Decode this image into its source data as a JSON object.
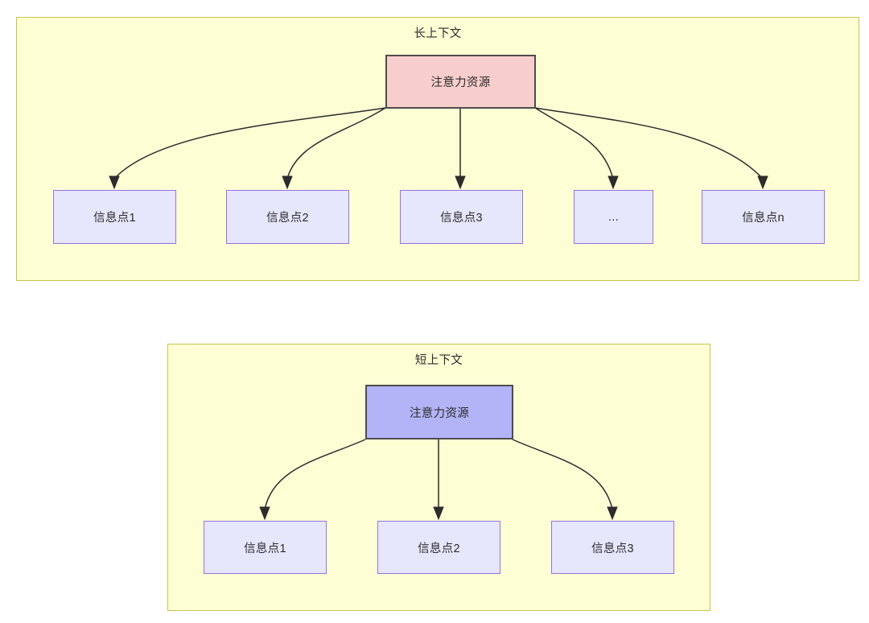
{
  "diagram": {
    "title_long": "长上下文",
    "title_short": "短上下文",
    "colors": {
      "panel_fill": "#fefed5",
      "panel_border": "#c8c44a",
      "root_long_fill": "#f8cecc",
      "root_short_fill": "#b3b3f7",
      "root_border": "#4d4d4d",
      "leaf_fill": "#e6e6fc",
      "leaf_border": "#9673e0",
      "edge": "#2c2c2c",
      "text": "#2c2c2c"
    },
    "long_context": {
      "title": "长上下文",
      "root": {
        "label": "注意力资源"
      },
      "leaves": [
        {
          "label": "信息点1"
        },
        {
          "label": "信息点2"
        },
        {
          "label": "信息点3"
        },
        {
          "label": "..."
        },
        {
          "label": "信息点n"
        }
      ]
    },
    "short_context": {
      "title": "短上下文",
      "root": {
        "label": "注意力资源"
      },
      "leaves": [
        {
          "label": "信息点1"
        },
        {
          "label": "信息点2"
        },
        {
          "label": "信息点3"
        }
      ]
    }
  }
}
